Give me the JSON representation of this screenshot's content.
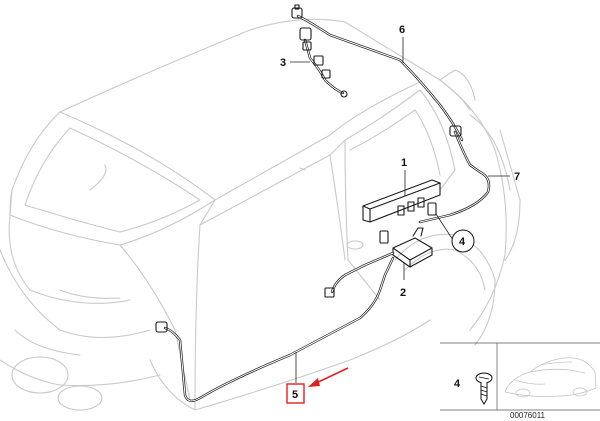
{
  "callouts": {
    "c1": "1",
    "c2": "2",
    "c3": "3",
    "c4": "4",
    "c5": "5",
    "c6": "6",
    "c7": "7"
  },
  "inset": {
    "part_number": "4",
    "diagram_id": "00076011"
  },
  "highlight": {
    "box_color": "#e02020",
    "arrow_color": "#e02020"
  }
}
